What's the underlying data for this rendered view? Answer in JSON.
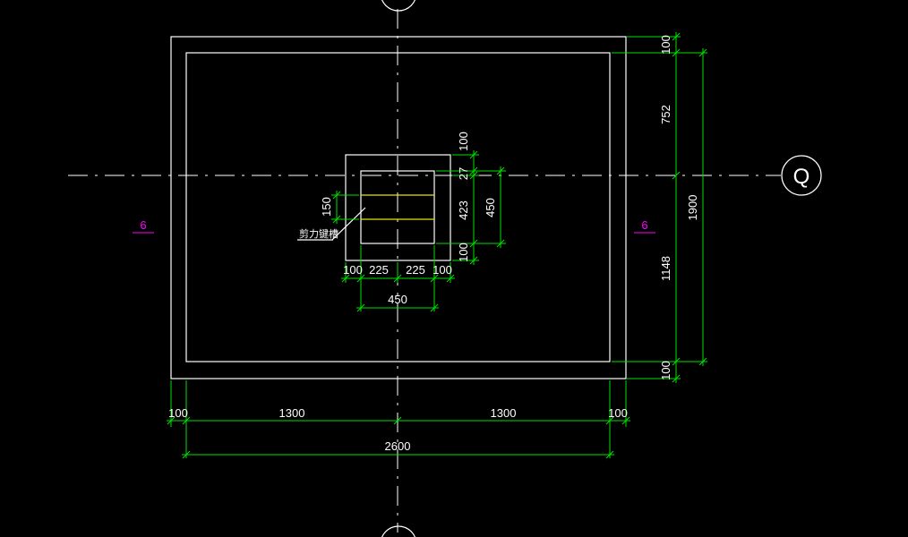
{
  "grid": {
    "right_label": "Q"
  },
  "section_marks": {
    "left": "6",
    "right": "6"
  },
  "groove_label": "剪力键槽",
  "dims": {
    "bottom": {
      "left_edge": "100",
      "left_span": "1300",
      "right_span": "1300",
      "right_edge": "100",
      "total": "2600"
    },
    "right": {
      "top_edge": "100",
      "upper": "752",
      "lower": "1148",
      "bottom_edge": "100",
      "total": "1900"
    },
    "inner_bottom": {
      "a": "100",
      "b": "225",
      "c": "225",
      "d": "100",
      "total": "450"
    },
    "inner_right": {
      "a": "100",
      "b": "27",
      "c": "423",
      "d": "100",
      "total": "450"
    },
    "inner_left": {
      "a": "150"
    }
  },
  "colors": {
    "background": "#000000",
    "outline": "#ffffff",
    "dimension": "#00e000",
    "groove": "#e8e800",
    "section_mark": "#ff00ff"
  }
}
